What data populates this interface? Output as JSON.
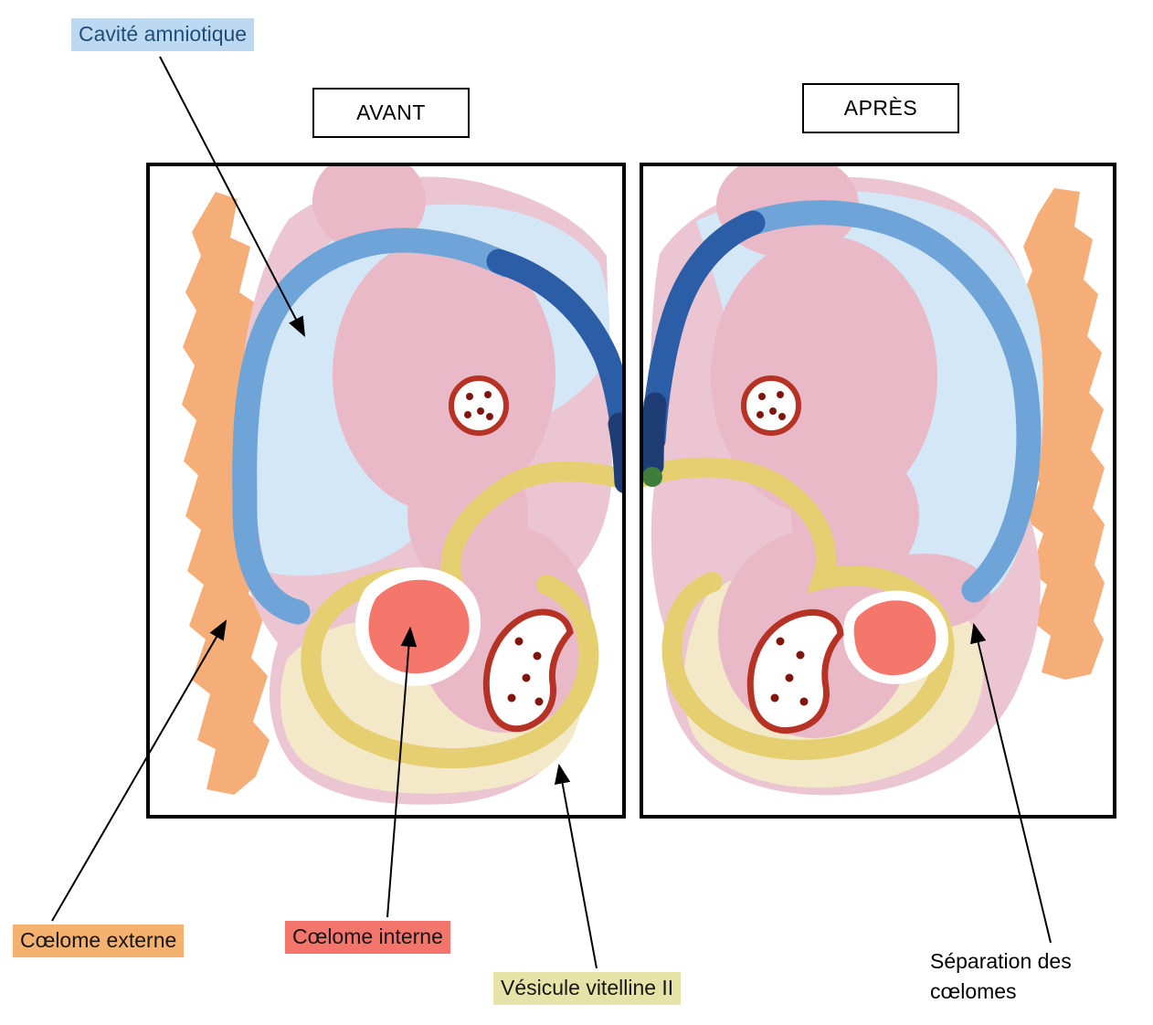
{
  "panels": {
    "left": {
      "title": "AVANT"
    },
    "right": {
      "title": "APRÈS"
    }
  },
  "labels": {
    "cavite_amniotique": "Cavité amniotique",
    "coelome_externe": "Cœlome externe",
    "coelome_interne": "Cœlome interne",
    "vesicule_vitelline": "Vésicule vitelline II",
    "separation_line1": "Séparation des",
    "separation_line2": "cœlomes"
  },
  "colors": {
    "highlight-blue": "#BDD9F2",
    "highlight-orange": "#F5B26E",
    "highlight-red": "#F4756B",
    "highlight-yellow": "#E6E3A8",
    "label-blue-text": "#1F4E79",
    "pale-blue": "#D3E7F6",
    "mid-blue": "#6FA4D8",
    "dark-blue": "#2B5EA7",
    "navy": "#1E3D75",
    "pink-membrane": "#EBC6D2",
    "pink-body": "#E9B9C7",
    "orange-region": "#F6AE79",
    "red-blob": "#F5776B",
    "yellow-band": "#E5CF70",
    "cream-region": "#F3E9C8",
    "speckle-red": "#B53224",
    "dot-red": "#7E150F",
    "green-dot": "#3F7D3B"
  }
}
